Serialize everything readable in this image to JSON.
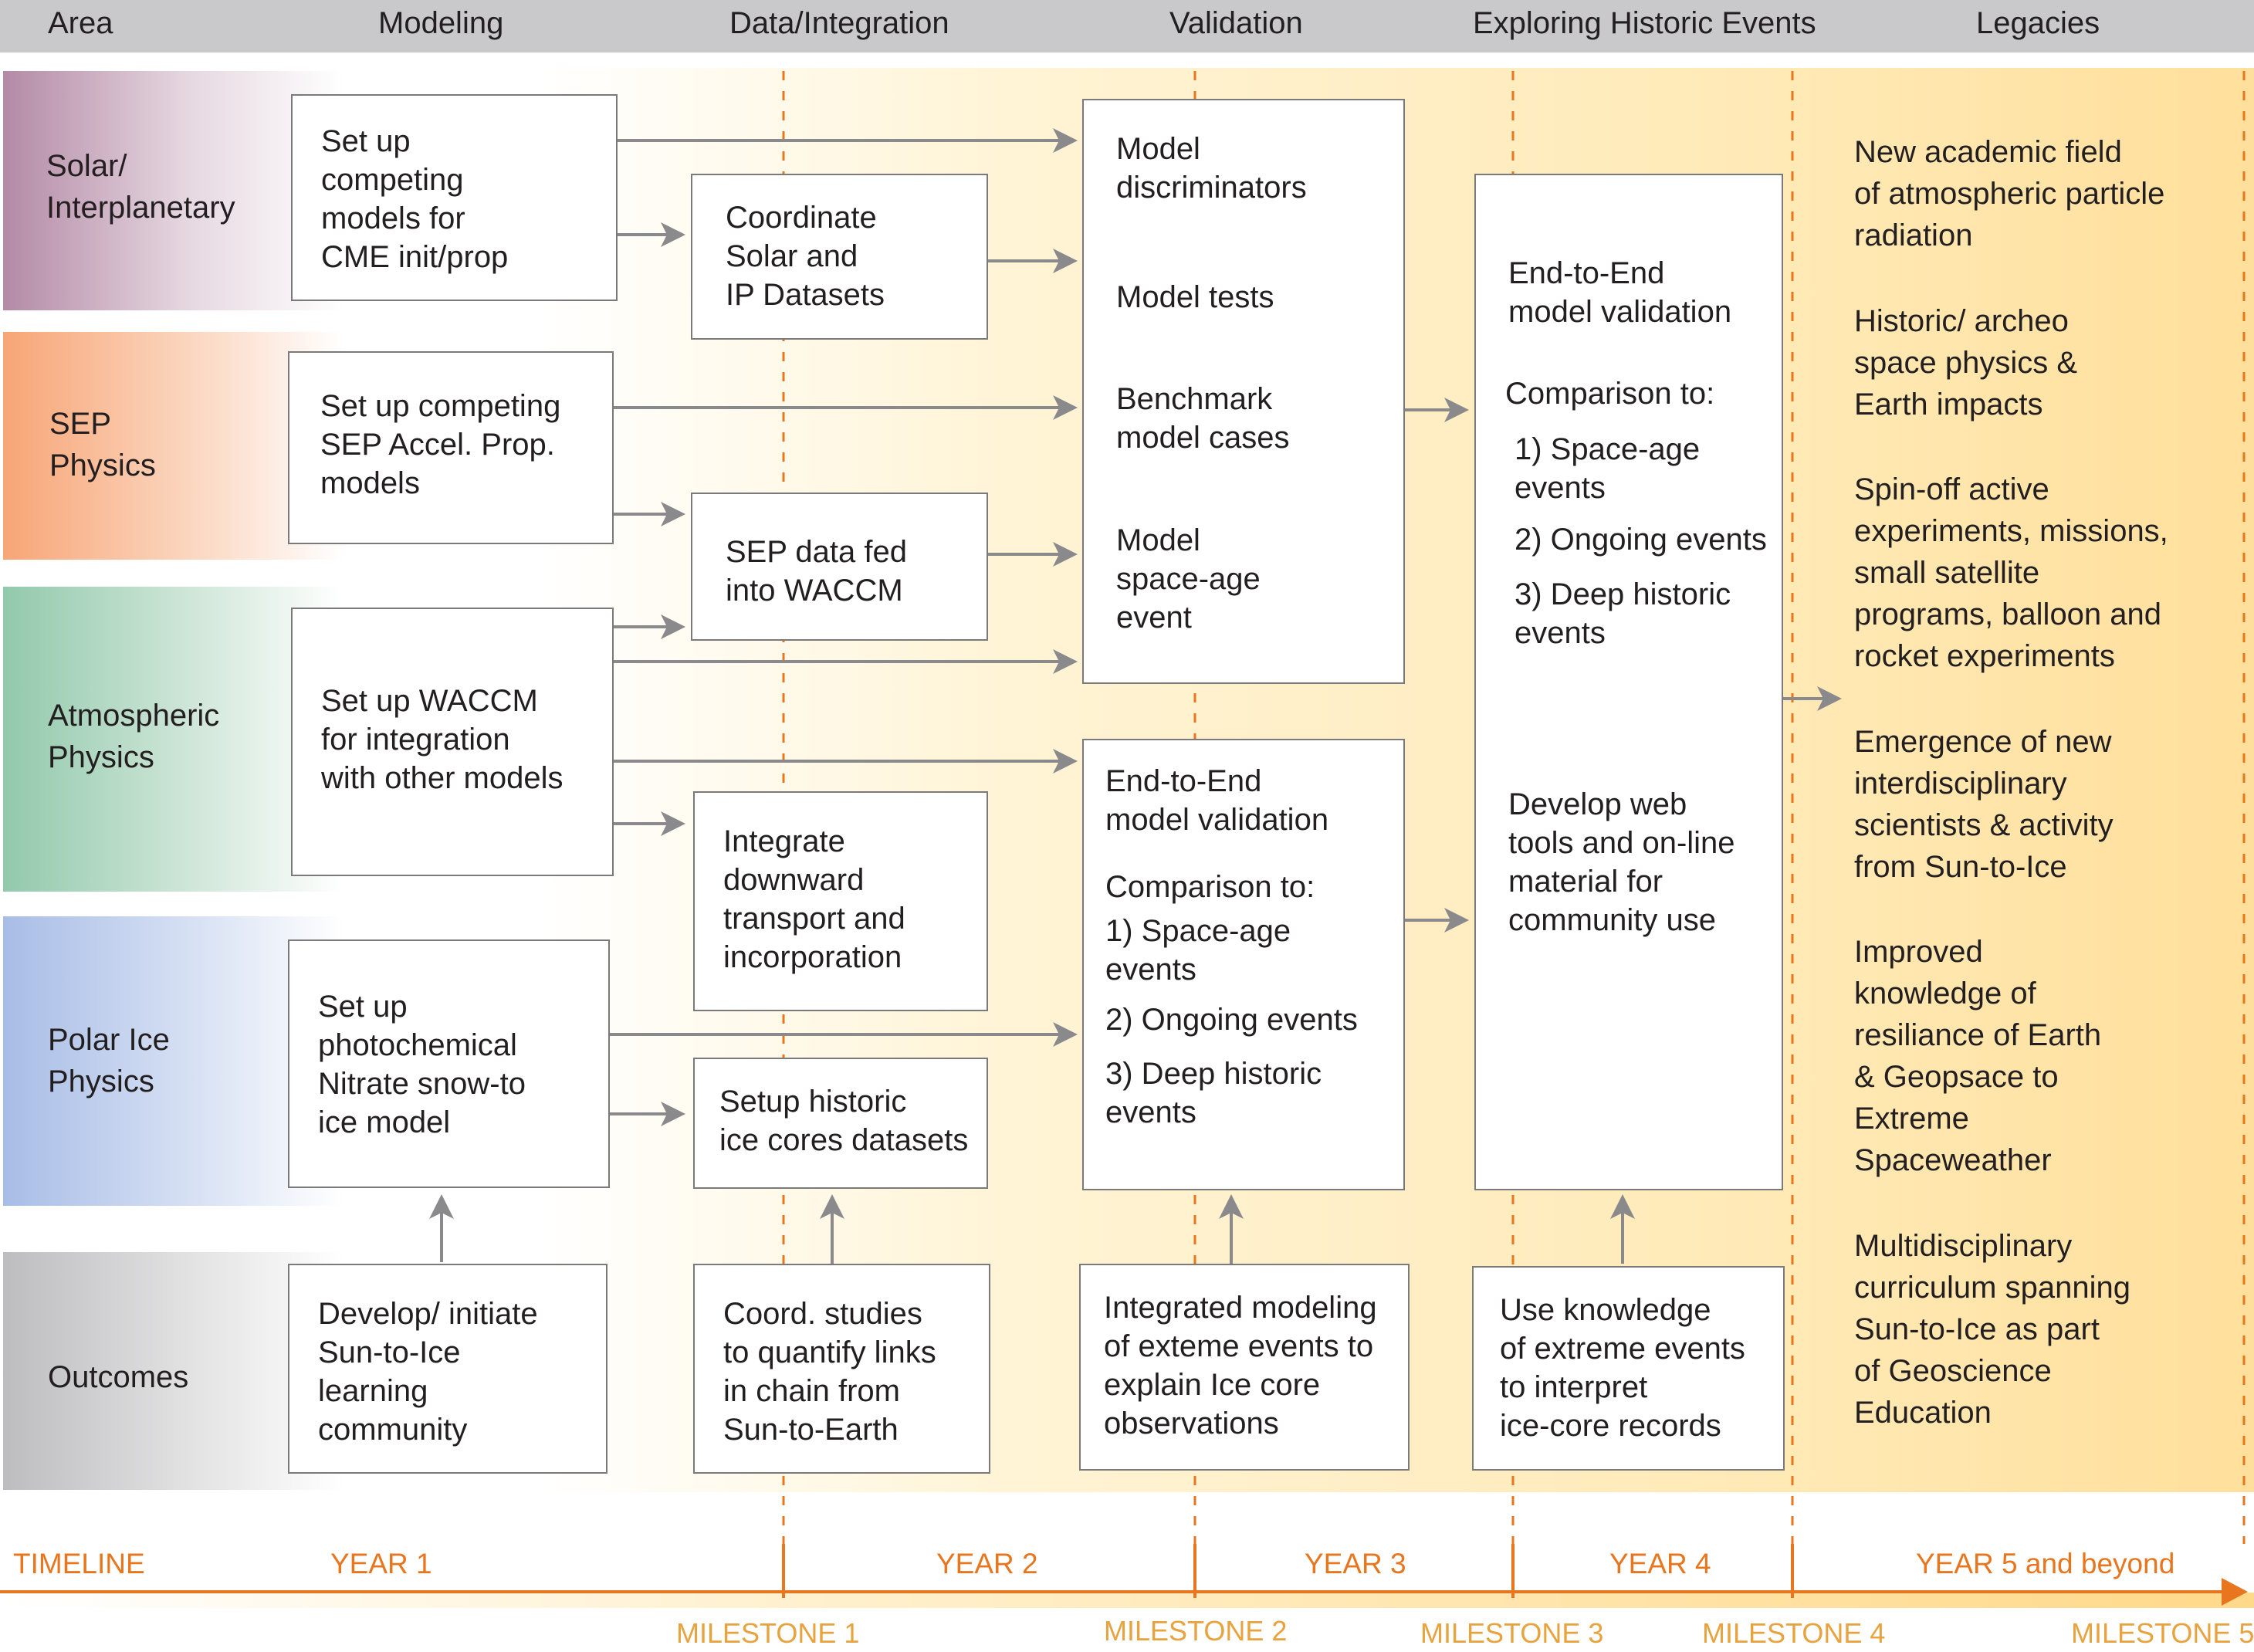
{
  "header": {
    "area": "Area",
    "modeling": "Modeling",
    "data_integration": "Data/Integration",
    "validation": "Validation",
    "exploring": "Exploring Historic Events",
    "legacies": "Legacies"
  },
  "bands": [
    {
      "label": "Solar/\nInterplanetary",
      "color": "#b48aa6"
    },
    {
      "label": "SEP\nPhysics",
      "color": "#f7a576"
    },
    {
      "label": "Atmospheric\nPhysics",
      "color": "#92c9ac"
    },
    {
      "label": "Polar Ice\nPhysics",
      "color": "#a8bde6"
    },
    {
      "label": "Outcomes",
      "color": "#bdbdbf"
    }
  ],
  "modeling": {
    "solar": "Set up\ncompeting\nmodels for\nCME init/prop",
    "sep": "Set up competing\nSEP Accel. Prop.\nmodels",
    "atmos": "Set up WACCM\nfor integration\nwith other models",
    "polar": "Set up\nphotochemical\nNitrate snow-to\nice model",
    "outcome": "Develop/ initiate\nSun-to-Ice\nlearning\ncommunity"
  },
  "data": {
    "solar": "Coordinate\nSolar and\nIP Datasets",
    "sep": "SEP data fed\ninto WACCM",
    "atmos": "Integrate\ndownward\ntransport and\nincorporation",
    "polar": "Setup historic\nice cores datasets",
    "outcome": "Coord. studies\nto quantify links\nin chain from\nSun-to-Earth"
  },
  "validation": {
    "discriminators": "Model\ndiscriminators",
    "tests": "Model tests",
    "benchmark": "Benchmark\nmodel cases",
    "space_age": "Model\nspace-age\nevent",
    "e2e_title": "End-to-End\nmodel  validation",
    "comparison": "Comparison to:",
    "item1": "1) Space-age\n     events",
    "item2": "2) Ongoing events",
    "item3": "3) Deep historic\n     events",
    "outcome": "Integrated modeling\nof exteme events to\nexplain Ice core\nobservations"
  },
  "exploring": {
    "e2e_title": "End-to-End\nmodel  validation",
    "comparison": "Comparison to:",
    "item1": "1) Space-age\n     events",
    "item2": "2) Ongoing events",
    "item3": "3) Deep historic\n     events",
    "web": "Develop web\ntools and on-line\nmaterial for\ncommunity use",
    "outcome": "Use knowledge\nof extreme events\nto interpret\nice-core records"
  },
  "legacies": [
    "New academic field\nof atmospheric particle\nradiation",
    "Historic/ archeo\nspace physics &\nEarth impacts",
    "Spin-off active\nexperiments, missions,\nsmall satellite\nprograms, balloon and\nrocket experiments",
    "Emergence of new\ninterdisciplinary\nscientists & activity\nfrom Sun-to-Ice",
    "Improved\nknowledge of\nresiliance of Earth\n & Geopsace to\nExtreme\nSpaceweather",
    "Multidisciplinary\ncurriculum spanning\nSun-to-Ice as part\nof Geoscience\nEducation"
  ],
  "timeline": {
    "label": "TIMELINE",
    "years": [
      "YEAR 1",
      "YEAR 2",
      "YEAR 3",
      "YEAR 4",
      "YEAR 5 and beyond"
    ],
    "milestones": [
      "MILESTONE 1",
      "MILESTONE 2",
      "MILESTONE 3",
      "MILESTONE 4",
      "MILESTONE 5"
    ]
  },
  "colors": {
    "arrow": "#8a8a8c",
    "timeline": "#e8761f",
    "milestone": "#e8a33f",
    "dashed": "#e8761f"
  }
}
